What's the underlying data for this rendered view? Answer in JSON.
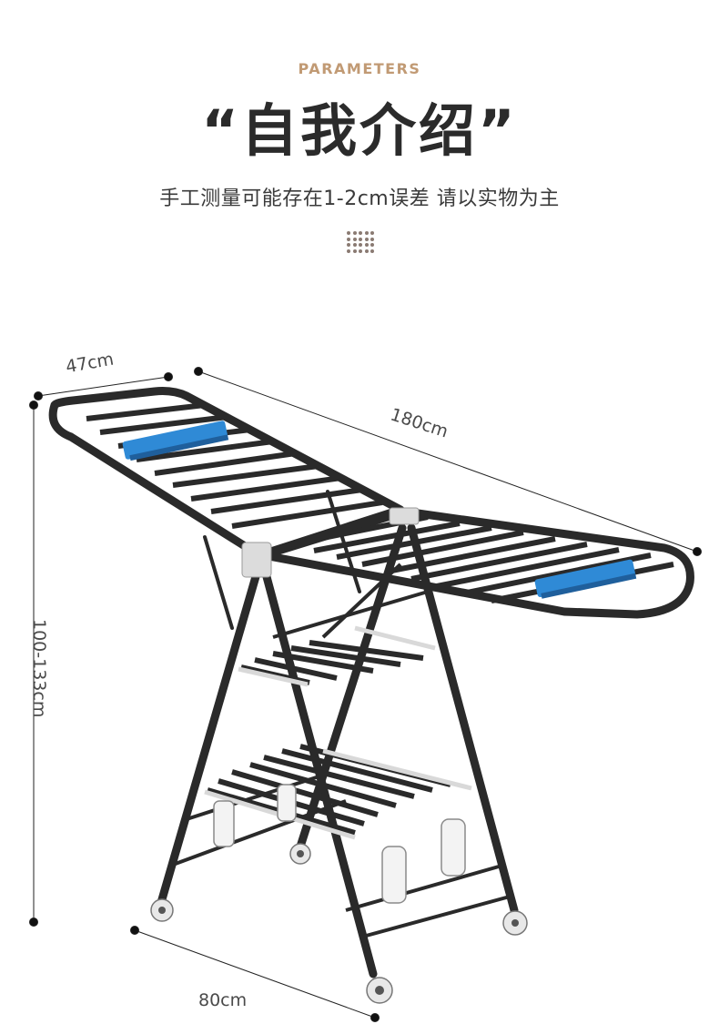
{
  "header": {
    "eyebrow": "PARAMETERS",
    "title": "“自我介绍”",
    "subtitle": "手工测量可能存在1-2cm误差 请以实物为主"
  },
  "dimensions": {
    "depth": "47cm",
    "length": "180cm",
    "height": "100-133cm",
    "width": "80cm"
  },
  "colors": {
    "accent": "#c19a74",
    "frame": "#2a2a2a",
    "clip": "#2f8ad6"
  }
}
